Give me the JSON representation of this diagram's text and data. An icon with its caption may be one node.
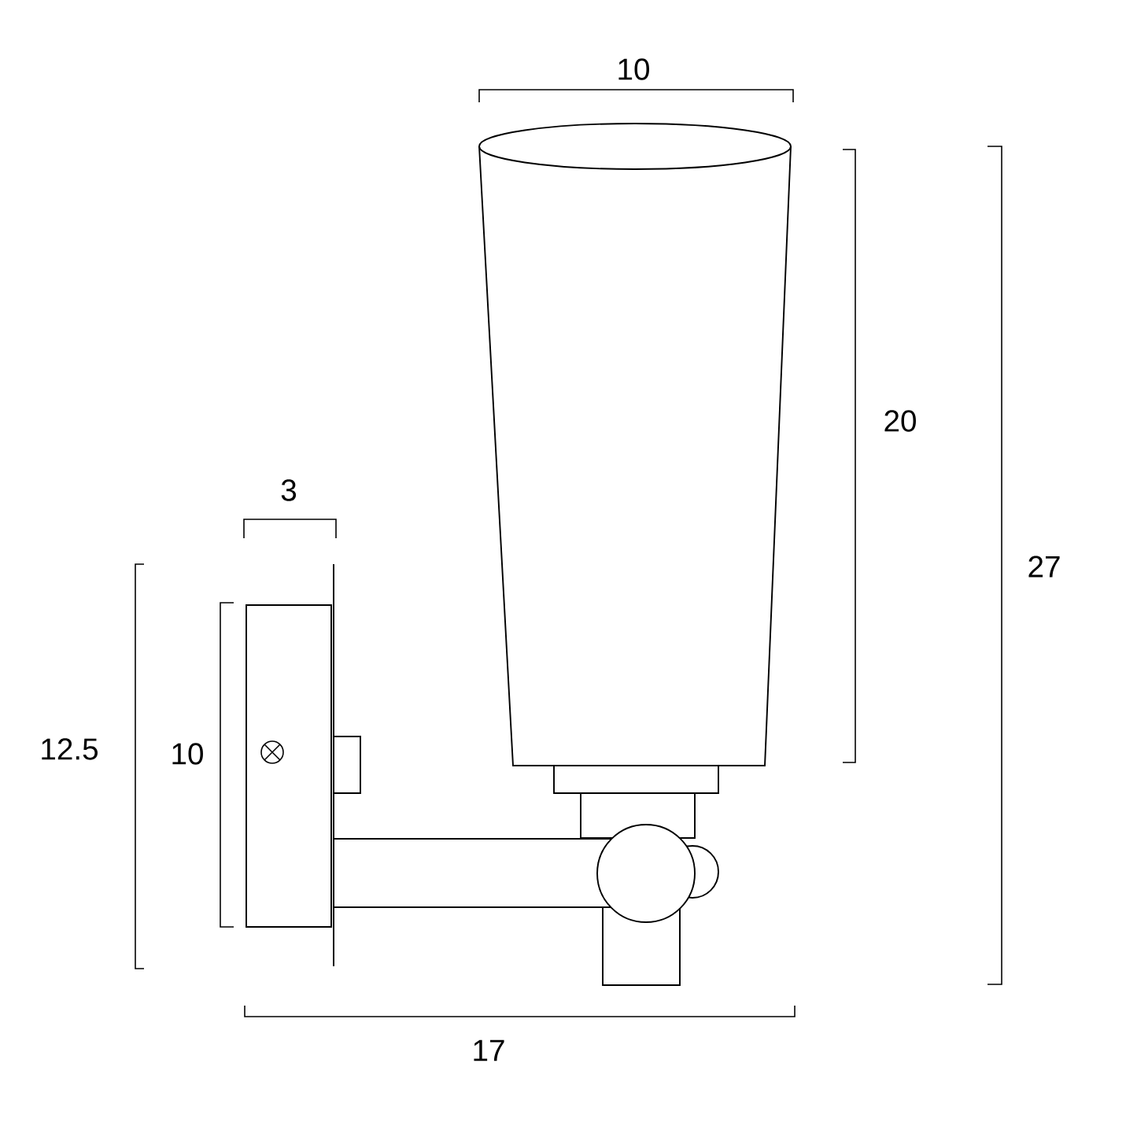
{
  "diagram": {
    "labels": [
      "10",
      "20",
      "3",
      "27",
      "12.5",
      "10",
      "17"
    ]
  }
}
